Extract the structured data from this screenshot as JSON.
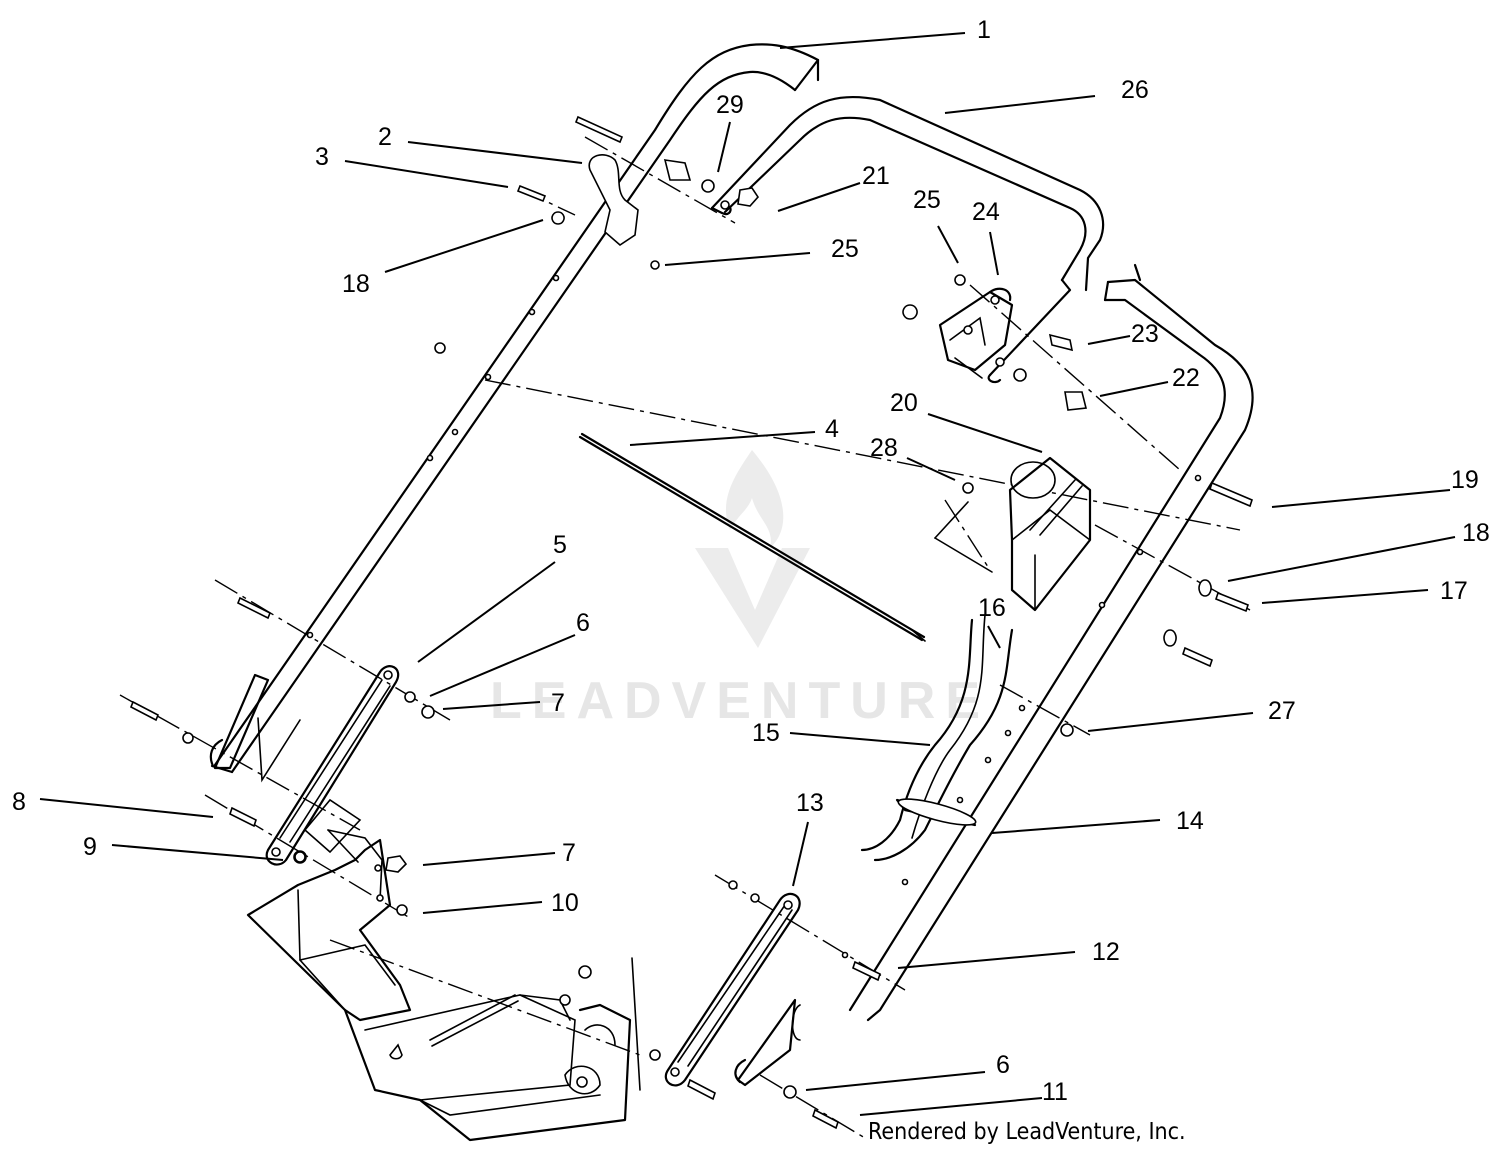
{
  "callouts": [
    {
      "id": "1",
      "label": "1"
    },
    {
      "id": "2",
      "label": "2"
    },
    {
      "id": "3",
      "label": "3"
    },
    {
      "id": "4",
      "label": "4"
    },
    {
      "id": "5",
      "label": "5"
    },
    {
      "id": "6a",
      "label": "6"
    },
    {
      "id": "6b",
      "label": "6"
    },
    {
      "id": "7a",
      "label": "7"
    },
    {
      "id": "7b",
      "label": "7"
    },
    {
      "id": "8",
      "label": "8"
    },
    {
      "id": "9",
      "label": "9"
    },
    {
      "id": "10",
      "label": "10"
    },
    {
      "id": "11",
      "label": "11"
    },
    {
      "id": "12",
      "label": "12"
    },
    {
      "id": "13",
      "label": "13"
    },
    {
      "id": "14",
      "label": "14"
    },
    {
      "id": "15",
      "label": "15"
    },
    {
      "id": "16",
      "label": "16"
    },
    {
      "id": "17",
      "label": "17"
    },
    {
      "id": "18a",
      "label": "18"
    },
    {
      "id": "18b",
      "label": "18"
    },
    {
      "id": "19",
      "label": "19"
    },
    {
      "id": "20",
      "label": "20"
    },
    {
      "id": "21",
      "label": "21"
    },
    {
      "id": "22",
      "label": "22"
    },
    {
      "id": "23",
      "label": "23"
    },
    {
      "id": "24",
      "label": "24"
    },
    {
      "id": "25a",
      "label": "25"
    },
    {
      "id": "25b",
      "label": "25"
    },
    {
      "id": "26",
      "label": "26"
    },
    {
      "id": "27",
      "label": "27"
    },
    {
      "id": "28",
      "label": "28"
    },
    {
      "id": "29",
      "label": "29"
    }
  ],
  "watermark": "LEADVENTURE",
  "credit": "Rendered by LeadVenture, Inc."
}
